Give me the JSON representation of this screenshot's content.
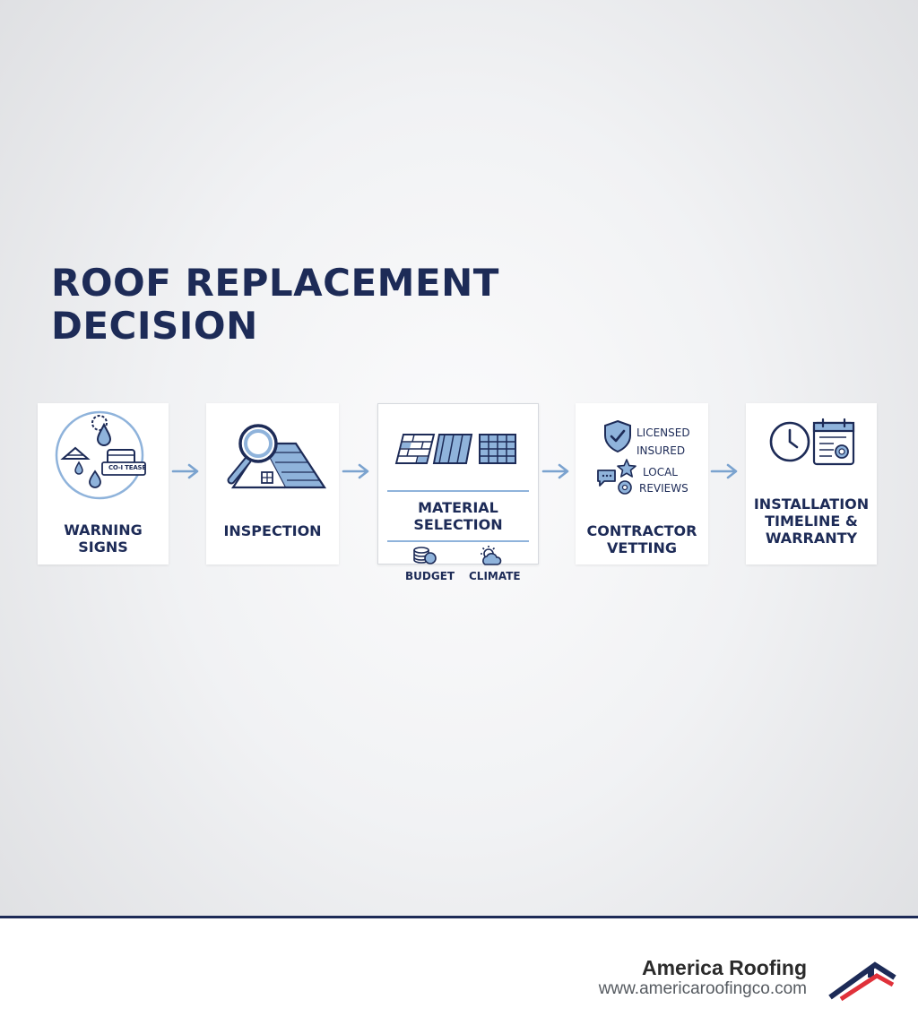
{
  "title": {
    "line1": "ROOF REPLACEMENT",
    "line2": "DECISION"
  },
  "steps": [
    {
      "label": "WARNING\nSIGNS",
      "icon_tag": "CO-I TEASE"
    },
    {
      "label": "INSPECTION"
    },
    {
      "label": "MATERIAL\nSELECTION",
      "sub": [
        "BUDGET",
        "CLIMATE"
      ]
    },
    {
      "label": "CONTRACTOR\nVETTING",
      "checks": [
        "LICENSED",
        "INSURED",
        "LOCAL",
        "REVIEWS"
      ]
    },
    {
      "label": "INSTALLATION\nTIMELINE &\nWARRANTY"
    }
  ],
  "footer": {
    "brand": "America Roofing",
    "url": "www.americaroofingco.com"
  },
  "colors": {
    "navy": "#1d2b57",
    "accent_blue": "#7ba3cf",
    "icon_fill": "#8fb3db",
    "logo_red": "#e0313a"
  }
}
